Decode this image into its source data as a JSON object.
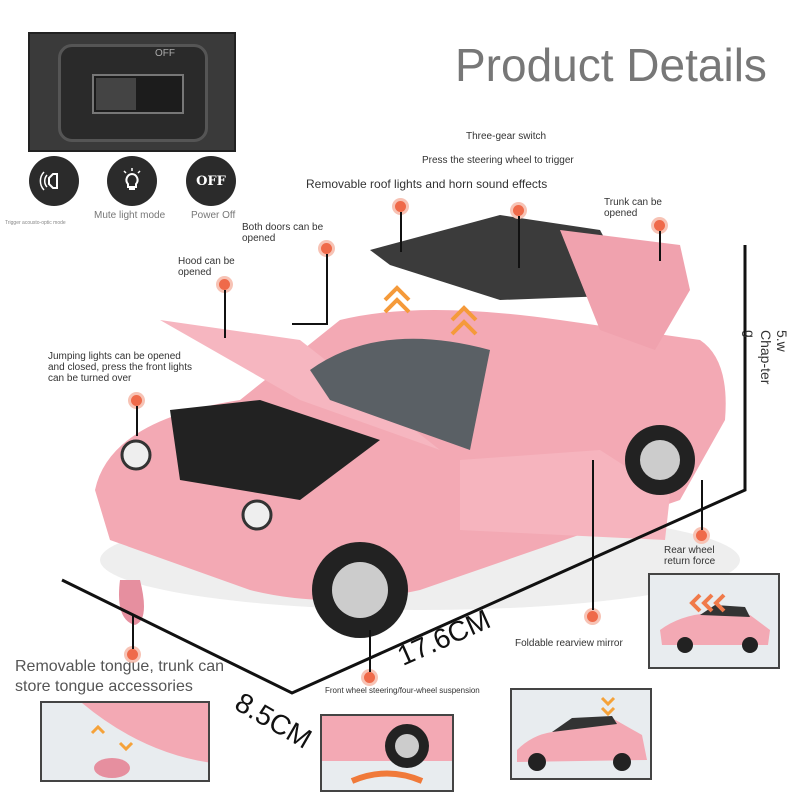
{
  "title": "Product Details",
  "switch_panel": {
    "label": "OFF"
  },
  "modes": [
    {
      "icon": "speaker-icon",
      "label": "Trigger acousto-optic mode"
    },
    {
      "icon": "lightbulb-icon",
      "label": "Mute light mode"
    },
    {
      "icon": "off-icon",
      "badge": "OFF",
      "label": "Power Off"
    }
  ],
  "callouts": {
    "three_gear": "Three-gear switch",
    "steering_trigger": "Press the steering wheel to trigger",
    "roof": "Removable roof lights and horn sound effects",
    "trunk": "Trunk can be opened",
    "doors": "Both doors can be opened",
    "hood": "Hood can be opened",
    "jumping_lights": "Jumping lights can be opened and closed, press the front lights can be turned over",
    "rear_wheel": "Rear wheel return force",
    "mirror": "Foldable rearview mirror",
    "front_wheel": "Front wheel steering/four-wheel suspension",
    "tongue": "Removable tongue, trunk can store tongue accessories",
    "height_label": "5.w Chap-ter g"
  },
  "dimensions": {
    "length": "17.6CM",
    "width": "8.5CM"
  },
  "colors": {
    "car": "#f3a9b4",
    "accent": "#ef6a4a",
    "title": "#777777"
  }
}
